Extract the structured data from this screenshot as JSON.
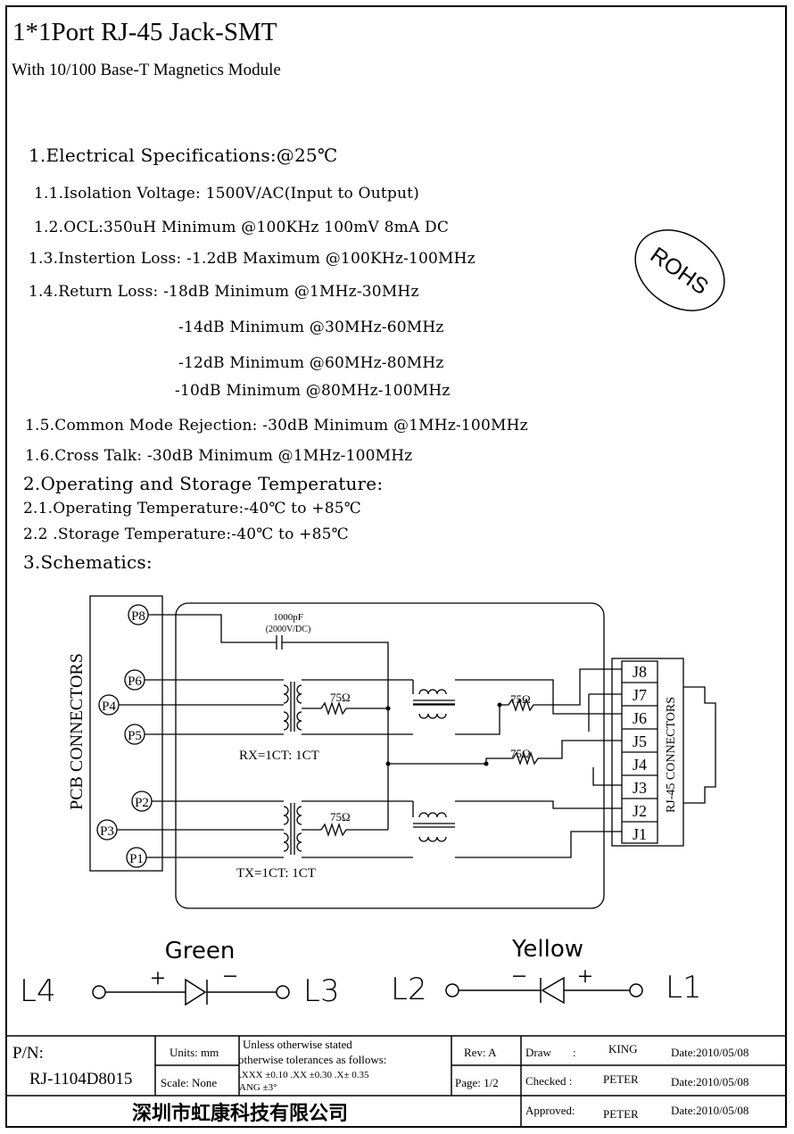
{
  "header": {
    "title": "1*1Port RJ-45 Jack-SMT",
    "subtitle": "With 10/100 Base-T Magnetics Module"
  },
  "specs": {
    "s1": "1.Electrical Specifications:@25℃",
    "s1_1": "1.1.Isolation Voltage: 1500V/AC(Input to Output)",
    "s1_2": "1.2.OCL:350uH Minimum @100KHz 100mV 8mA DC",
    "s1_3": "1.3.Instertion Loss: -1.2dB Maximum @100KHz-100MHz",
    "s1_4": "1.4.Return Loss: -18dB Minimum @1MHz-30MHz",
    "s1_4b": "-14dB Minimum @30MHz-60MHz",
    "s1_4c": "-12dB Minimum @60MHz-80MHz",
    "s1_4d": "-10dB Minimum @80MHz-100MHz",
    "s1_5": "1.5.Common Mode Rejection: -30dB Minimum @1MHz-100MHz",
    "s1_6": "1.6.Cross Talk: -30dB Minimum @1MHz-100MHz",
    "s2": "2.Operating and Storage Temperature:",
    "s2_1": "2.1.Operating Temperature:-40℃ to +85℃",
    "s2_2": "2.2 .Storage Temperature:-40℃ to +85℃",
    "s3": "3.Schematics:"
  },
  "rohs": "ROHS",
  "schematic": {
    "pcb_label": "PCB CONNECTORS",
    "rj45_label": "RJ-45 CONNECTORS",
    "cap_value": "1000pF",
    "cap_rating": "(2000V/DC)",
    "res": "75Ω",
    "rx": "RX=1CT: 1CT",
    "tx": "TX=1CT: 1CT",
    "pins": [
      "P8",
      "P6",
      "P4",
      "P5",
      "P2",
      "P3",
      "P1"
    ],
    "jacks": [
      "J8",
      "J7",
      "J6",
      "J5",
      "J4",
      "J3",
      "J2",
      "J1"
    ]
  },
  "leds": {
    "green": "Green",
    "yellow": "Yellow",
    "plus": "+",
    "minus": "−",
    "l4": "L4",
    "l3": "L3",
    "l2": "L2",
    "l1": "L1"
  },
  "title_block": {
    "pn_label": "P/N:",
    "pn_value": "RJ-1104D8015",
    "units": "Units: mm",
    "scale": "Scale: None",
    "tol1": "Unless otherwise stated",
    "tol2": "otherwise tolerances as follows:",
    "tol3": ".XXX ±0.10 .XX ±0.30 .X± 0.35",
    "tol4": "ANG ±3°",
    "rev": "Rev: A",
    "page": "Page: 1/2",
    "company": "深圳市虹康科技有限公司",
    "draw_label": "Draw",
    "colon": ":",
    "draw_name": "KING",
    "checked_label": "Checked :",
    "checked_name": "PETER",
    "approved_label": "Approved:",
    "approved_name": "PETER",
    "date1": "Date:2010/05/08",
    "date2": "Date:2010/05/08",
    "date3": "Date:2010/05/08"
  }
}
